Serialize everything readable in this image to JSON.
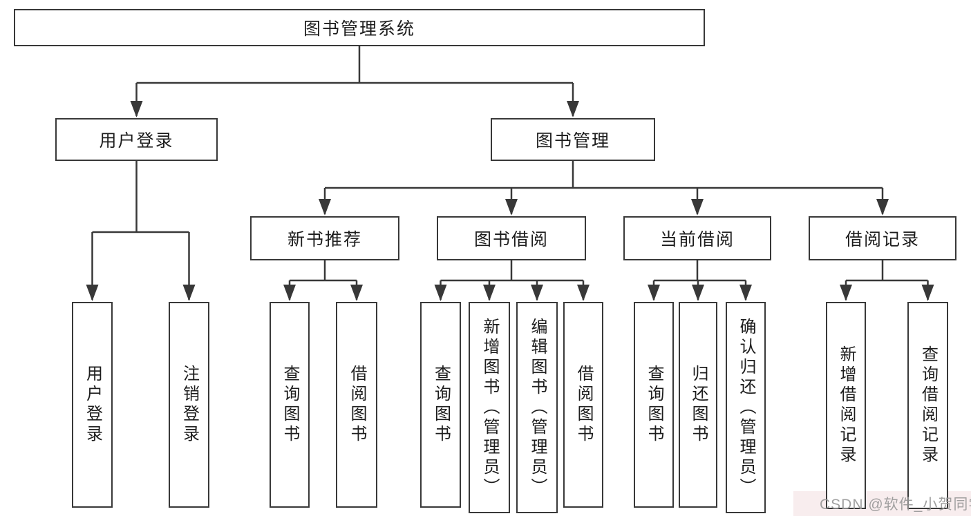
{
  "diagram": {
    "root": {
      "label": "图书管理系统"
    },
    "level2": {
      "user_login": {
        "label": "用户登录"
      },
      "book_mgmt": {
        "label": "图书管理"
      }
    },
    "level3": {
      "new_book": {
        "label": "新书推荐"
      },
      "book_borrow": {
        "label": "图书借阅"
      },
      "current_borrow": {
        "label": "当前借阅"
      },
      "borrow_record": {
        "label": "借阅记录"
      }
    },
    "leaves": {
      "user_login": {
        "label": "用户登录"
      },
      "logout": {
        "label": "注销登录"
      },
      "nb_query": {
        "label": "查询图书"
      },
      "nb_borrow": {
        "label": "借阅图书"
      },
      "bb_query": {
        "label": "查询图书"
      },
      "bb_add": {
        "label": "新增图书（管理员）"
      },
      "bb_edit": {
        "label": "编辑图书（管理员）"
      },
      "bb_borrow": {
        "label": "借阅图书"
      },
      "cb_query": {
        "label": "查询图书"
      },
      "cb_return": {
        "label": "归还图书"
      },
      "cb_confirm": {
        "label": "确认归还（管理员）"
      },
      "br_add": {
        "label": "新增借阅记录"
      },
      "br_query": {
        "label": "查询借阅记录"
      }
    }
  },
  "watermark": {
    "text": "CSDN @软件_小贺同学"
  },
  "colors": {
    "line": "#383838",
    "text": "#1d1d1d",
    "box_background": "#ffffff",
    "watermark": "#989898"
  }
}
